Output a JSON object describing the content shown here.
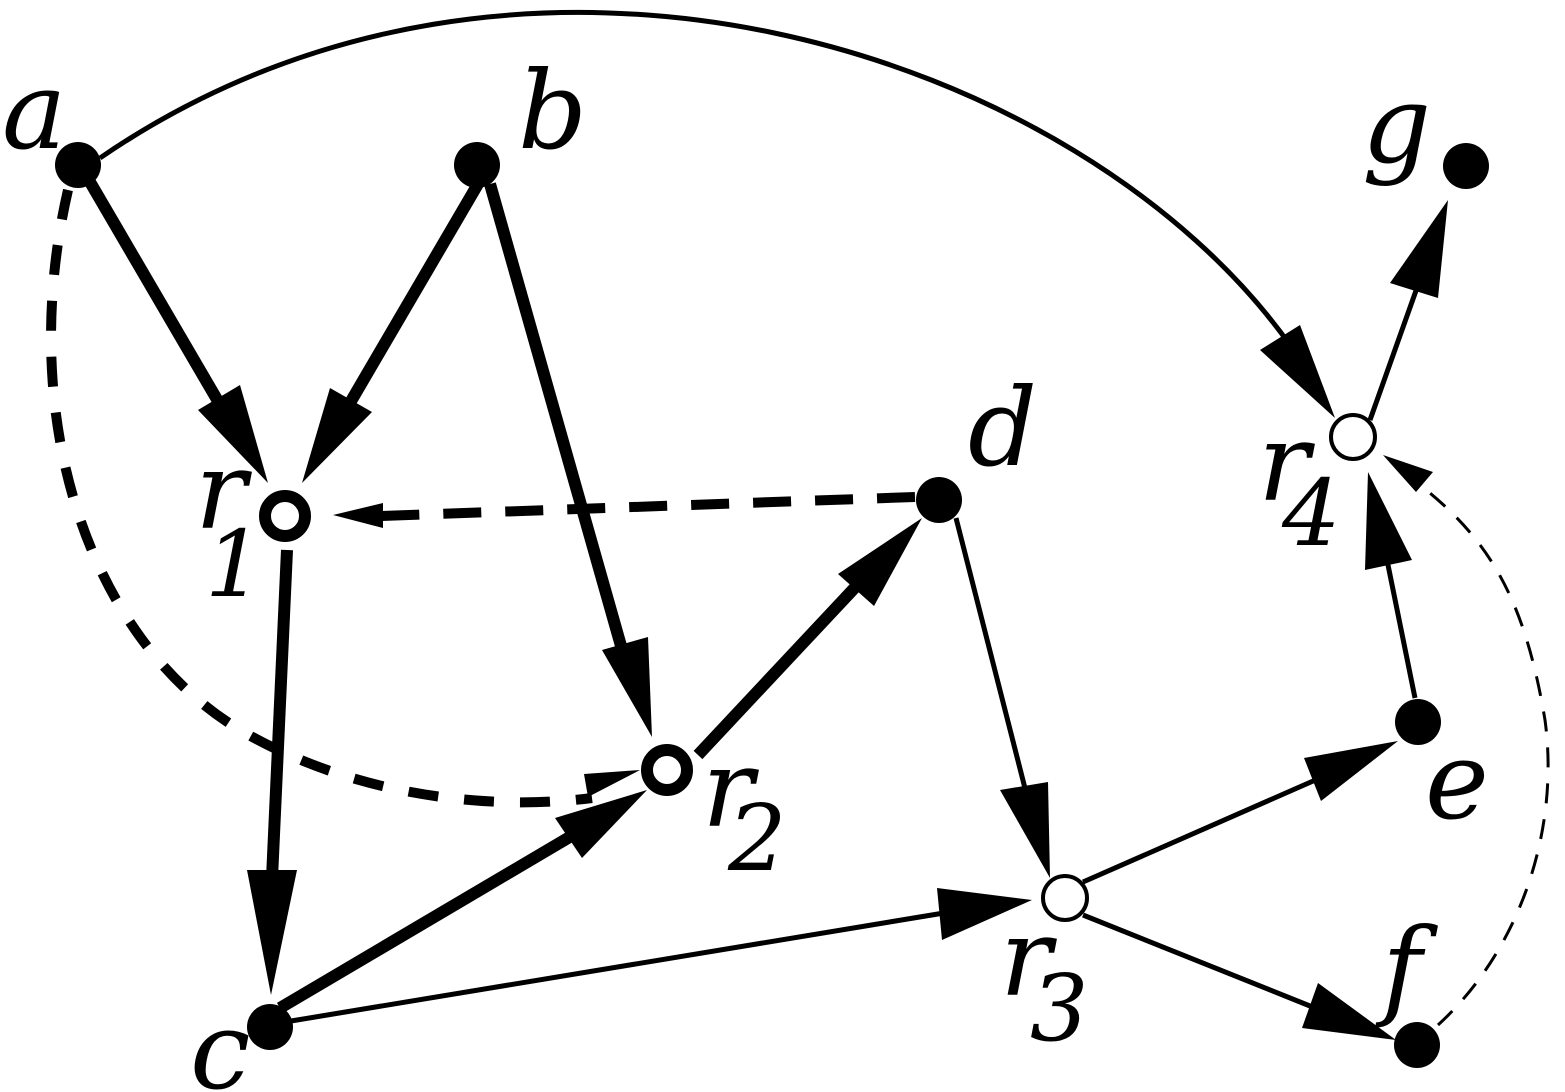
{
  "diagram": {
    "colors": {
      "ink": "#000000",
      "background": "#ffffff"
    },
    "nodes": [
      {
        "id": "a",
        "label": "a",
        "subscript": "",
        "kind": "solid"
      },
      {
        "id": "b",
        "label": "b",
        "subscript": "",
        "kind": "solid"
      },
      {
        "id": "c",
        "label": "c",
        "subscript": "",
        "kind": "solid"
      },
      {
        "id": "d",
        "label": "d",
        "subscript": "",
        "kind": "solid"
      },
      {
        "id": "e",
        "label": "e",
        "subscript": "",
        "kind": "solid"
      },
      {
        "id": "f",
        "label": "f",
        "subscript": "",
        "kind": "solid"
      },
      {
        "id": "g",
        "label": "g",
        "subscript": "",
        "kind": "solid"
      },
      {
        "id": "r1",
        "label": "r",
        "subscript": "1",
        "kind": "hollow-thick"
      },
      {
        "id": "r2",
        "label": "r",
        "subscript": "2",
        "kind": "hollow-thick"
      },
      {
        "id": "r3",
        "label": "r",
        "subscript": "3",
        "kind": "hollow-thin"
      },
      {
        "id": "r4",
        "label": "r",
        "subscript": "4",
        "kind": "hollow-thin"
      }
    ],
    "edges": [
      {
        "from": "a",
        "to": "r1",
        "style": "thick"
      },
      {
        "from": "b",
        "to": "r1",
        "style": "thick"
      },
      {
        "from": "b",
        "to": "r2",
        "style": "thick"
      },
      {
        "from": "r1",
        "to": "c",
        "style": "thick"
      },
      {
        "from": "c",
        "to": "r2",
        "style": "thick"
      },
      {
        "from": "r2",
        "to": "d",
        "style": "thick"
      },
      {
        "from": "d",
        "to": "r1",
        "style": "dashed-thick"
      },
      {
        "from": "a",
        "to": "r2",
        "style": "dashed-thick-curved"
      },
      {
        "from": "a",
        "to": "r4",
        "style": "thin-curved"
      },
      {
        "from": "c",
        "to": "r3",
        "style": "thin"
      },
      {
        "from": "d",
        "to": "r3",
        "style": "thin"
      },
      {
        "from": "r3",
        "to": "e",
        "style": "thin"
      },
      {
        "from": "r3",
        "to": "f",
        "style": "thin"
      },
      {
        "from": "e",
        "to": "r4",
        "style": "thin"
      },
      {
        "from": "r4",
        "to": "g",
        "style": "thin"
      },
      {
        "from": "f",
        "to": "r4",
        "style": "dashed-thin-curved"
      }
    ]
  }
}
